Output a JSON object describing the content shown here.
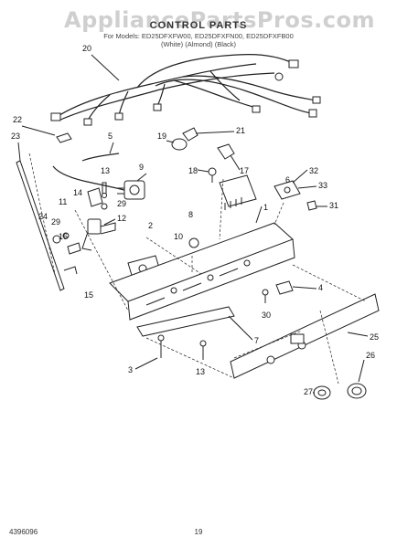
{
  "watermark": "AppliancePartsPros.com",
  "header": {
    "title": "CONTROL PARTS",
    "models": "For Models: ED25DFXFW00, ED25DFXFN00, ED25DFXFB00",
    "colors": "(White)          (Almond)          (Black)"
  },
  "callouts": {
    "c1": "1",
    "c2": "2",
    "c3": "3",
    "c4": "4",
    "c5": "5",
    "c6": "6",
    "c7": "7",
    "c8": "8",
    "c9": "9",
    "c10": "10",
    "c11": "11",
    "c12": "12",
    "c13": "13",
    "c13b": "13",
    "c14": "14",
    "c15": "15",
    "c16": "16",
    "c17": "17",
    "c18": "18",
    "c19": "19",
    "c20": "20",
    "c21": "21",
    "c22": "22",
    "c23": "23",
    "c24": "24",
    "c25": "25",
    "c26": "26",
    "c27": "27",
    "c29": "29",
    "c29b": "29",
    "c30": "30",
    "c31": "31",
    "c32": "32",
    "c33": "33"
  },
  "footer": {
    "part_number": "4396096",
    "page": "19"
  }
}
